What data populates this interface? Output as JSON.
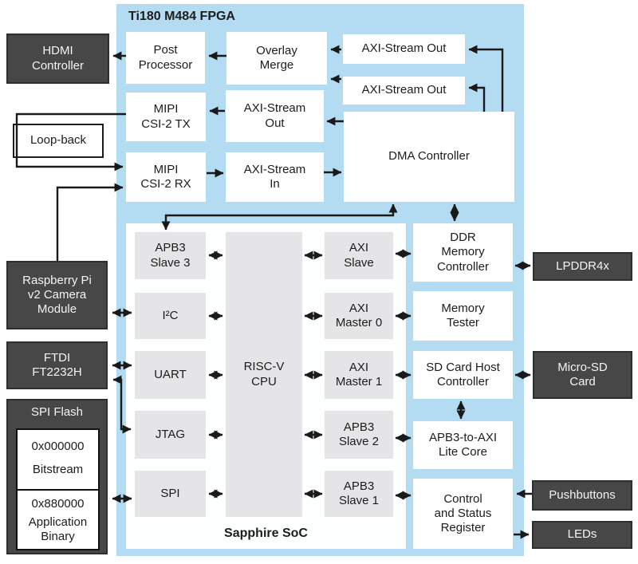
{
  "fpga": {
    "title": "Ti180 M484 FPGA"
  },
  "blocks": {
    "post_processor": [
      "Post",
      "Processor"
    ],
    "overlay_merge": [
      "Overlay",
      "Merge"
    ],
    "axi_stream_out_top1": "AXI-Stream Out",
    "axi_stream_out_top2": "AXI-Stream Out",
    "mipi_csi2_tx": [
      "MIPI",
      "CSI-2 TX"
    ],
    "axi_stream_out_mid": [
      "AXI-Stream",
      "Out"
    ],
    "mipi_csi2_rx": [
      "MIPI",
      "CSI-2 RX"
    ],
    "axi_stream_in": [
      "AXI-Stream",
      "In"
    ],
    "dma_controller": "DMA Controller",
    "ddr_memory_controller": [
      "DDR",
      "Memory",
      "Controller"
    ],
    "memory_tester": [
      "Memory",
      "Tester"
    ],
    "sd_card_host_controller": [
      "SD Card Host",
      "Controller"
    ],
    "apb3_to_axi_lite_core": [
      "APB3-to-AXI",
      "Lite Core"
    ],
    "control_status_register": [
      "Control",
      "and Status",
      "Register"
    ]
  },
  "soc": {
    "label": "Sapphire SoC",
    "apb3_slave3": [
      "APB3",
      "Slave 3"
    ],
    "i2c": "I²C",
    "uart": "UART",
    "jtag": "JTAG",
    "spi": "SPI",
    "riscv_cpu": [
      "RISC-V",
      "CPU"
    ],
    "axi_slave": [
      "AXI",
      "Slave"
    ],
    "axi_master0": [
      "AXI",
      "Master 0"
    ],
    "axi_master1": [
      "AXI",
      "Master 1"
    ],
    "apb3_slave2": [
      "APB3",
      "Slave 2"
    ],
    "apb3_slave1": [
      "APB3",
      "Slave 1"
    ]
  },
  "external": {
    "hdmi_controller": [
      "HDMI",
      "Controller"
    ],
    "loopback": "Loop-back",
    "camera": [
      "Raspberry Pi",
      "v2 Camera",
      "Module"
    ],
    "ftdi": [
      "FTDI",
      "FT2232H"
    ],
    "spi_flash": {
      "title": "SPI Flash",
      "region1_addr": "0x000000",
      "region1_name": "Bitstream",
      "region2_addr": "0x880000",
      "region2_name": [
        "Application",
        "Binary"
      ]
    },
    "lpddr4x": "LPDDR4x",
    "micro_sd": [
      "Micro-SD",
      "Card"
    ],
    "pushbuttons": "Pushbuttons",
    "leds": "LEDs"
  },
  "colors": {
    "fpga_bg": "#b3dcf2",
    "block_white": "#ffffff",
    "block_gray": "#e5e5e7",
    "dark_box": "#474747",
    "wire": "#1a1a1a"
  }
}
